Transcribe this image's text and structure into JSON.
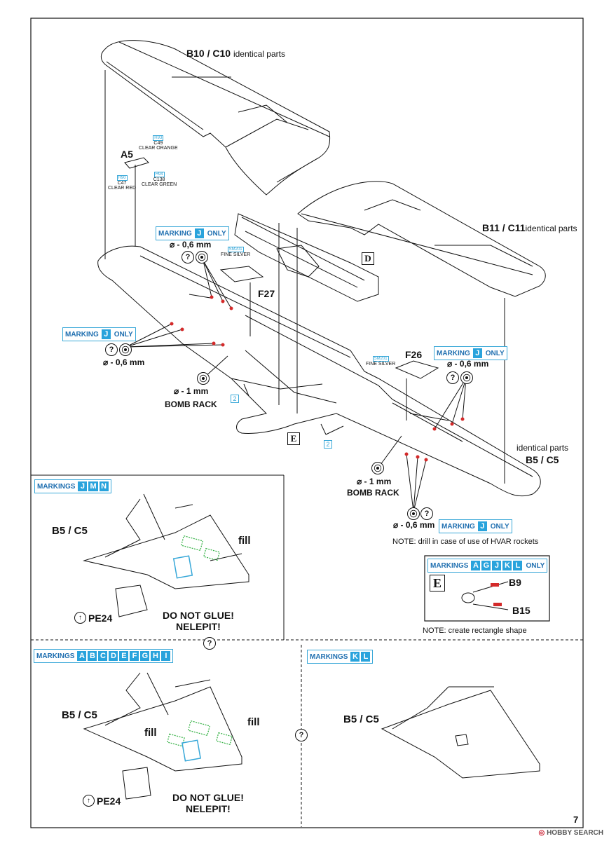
{
  "parts": {
    "b10_c10": "B10 / C10",
    "b10_c10_note": "identical parts",
    "b11_c11": "B11 / C11",
    "b11_c11_note": "identical parts",
    "a5": "A5",
    "f27": "F27",
    "f26": "F26",
    "b5_c5_note": "identical parts",
    "b5_c5": "B5 / C5",
    "b9": "B9",
    "b15": "B15",
    "d": "D",
    "e": "E"
  },
  "paints": {
    "h93": "H93",
    "c49": "C49",
    "clear_orange": "CLEAR ORANGE",
    "h90": "H90",
    "c47": "C47",
    "clear_red": "CLEAR RED",
    "h94": "H94",
    "c138": "C138",
    "clear_green": "CLEAR GREEN",
    "sm201": "SM201",
    "fine_silver": "FINE SILVER"
  },
  "markings": {
    "label_singular": "MARKING",
    "label_plural": "MARKINGS",
    "only": "ONLY",
    "j": "J",
    "jmn": [
      "J",
      "M",
      "N"
    ],
    "agjkl": [
      "A",
      "G",
      "J",
      "K",
      "L"
    ],
    "abcdefghi": [
      "A",
      "B",
      "C",
      "D",
      "E",
      "F",
      "G",
      "H",
      "I"
    ],
    "kl": [
      "K",
      "L"
    ]
  },
  "dimensions": {
    "d06": "⌀ - 0,6 mm",
    "d1": "⌀ - 1 mm"
  },
  "labels": {
    "bomb_rack": "BOMB RACK",
    "fill": "fill",
    "do_not_glue": "DO NOT GLUE!",
    "nelepit": "NELEPIT!",
    "pe24": "PE24",
    "question": "?",
    "drill": "⦿",
    "two": "2"
  },
  "notes": {
    "hvar": "NOTE: drill in case of use of HVAR rockets",
    "rectangle": "NOTE: create rectangle shape"
  },
  "page_number": "7",
  "watermark": "HOBBY SEARCH",
  "colors": {
    "marking_blue": "#29a3dc",
    "paint_cyan": "#36a7d8",
    "drill_red": "#d42a2a",
    "fill_green": "#3cb44b"
  }
}
